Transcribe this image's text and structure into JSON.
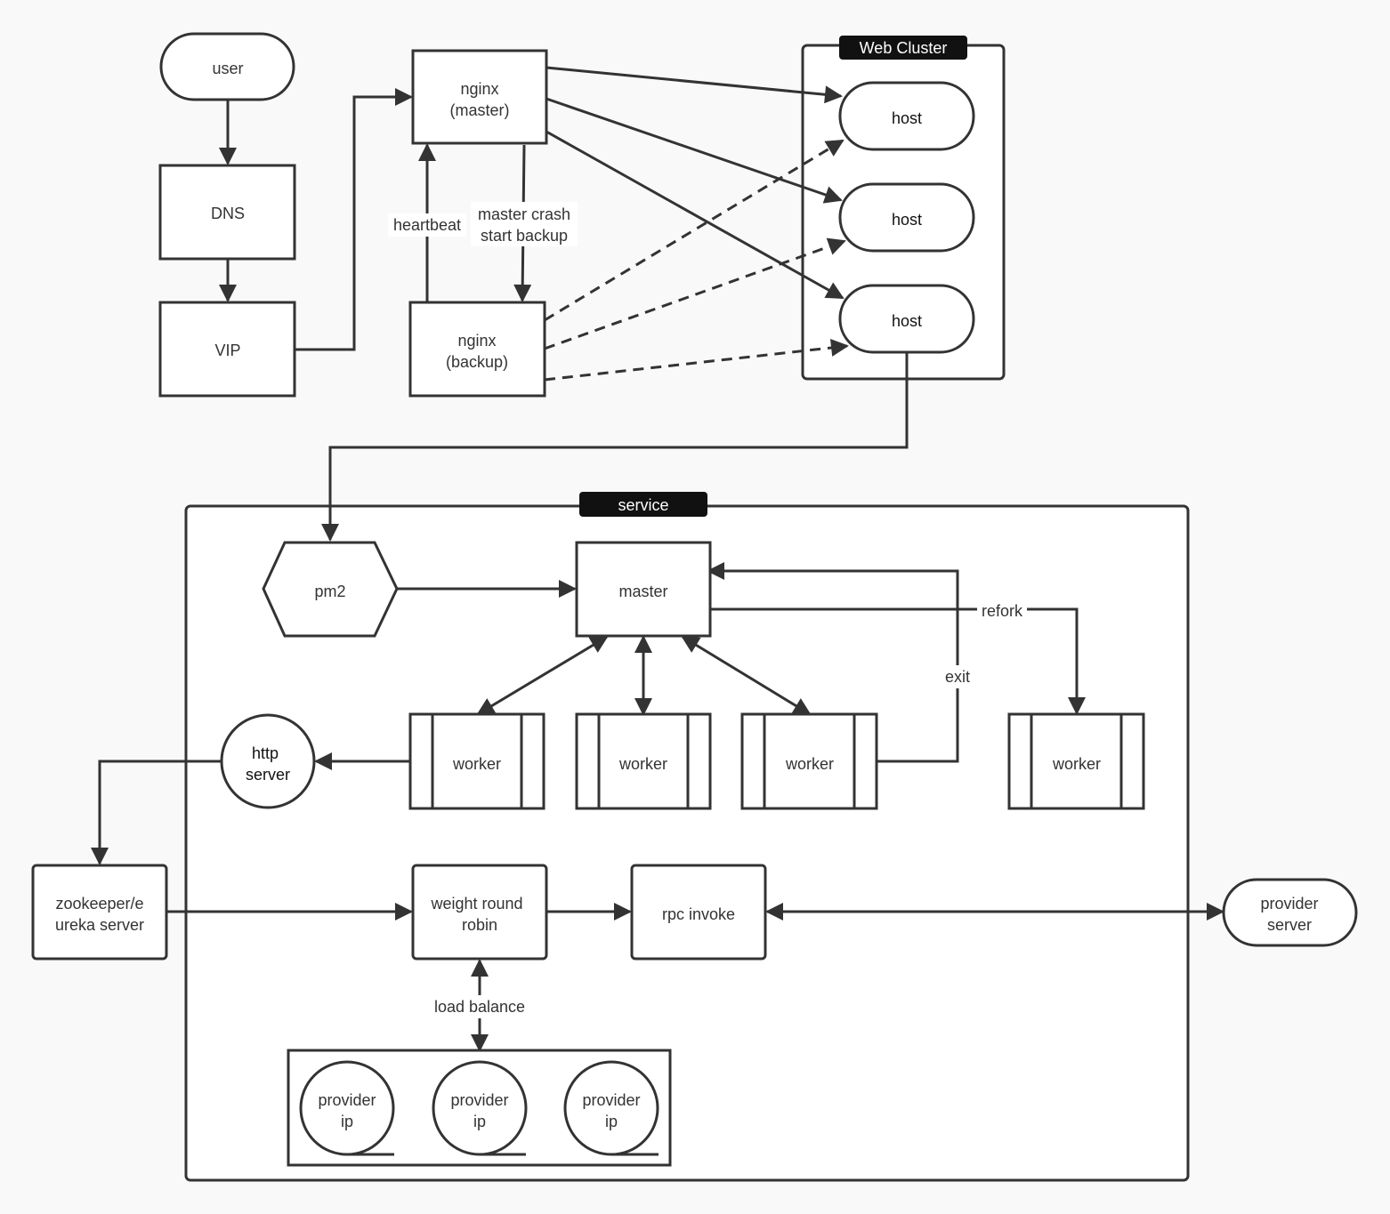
{
  "diagram": {
    "groups": {
      "web_cluster": "Web Cluster",
      "service": "service"
    },
    "nodes": {
      "user": "user",
      "dns": "DNS",
      "vip": "VIP",
      "nginx_master": [
        "nginx",
        "(master)"
      ],
      "nginx_backup": [
        "nginx",
        "(backup)"
      ],
      "hosts": [
        "host",
        "host",
        "host"
      ],
      "pm2": "pm2",
      "master": "master",
      "http_server": [
        "http",
        "server"
      ],
      "workers": [
        "worker",
        "worker",
        "worker",
        "worker"
      ],
      "zookeeper": [
        "zookeeper/e",
        "ureka server"
      ],
      "weight_round_robin": [
        "weight round",
        "robin"
      ],
      "rpc_invoke": "rpc invoke",
      "provider_server": [
        "provider",
        "server"
      ],
      "provider_ips": [
        [
          "provider",
          "ip"
        ],
        [
          "provider",
          "ip"
        ],
        [
          "provider",
          "ip"
        ]
      ]
    },
    "edge_labels": {
      "heartbeat": "heartbeat",
      "master_crash": [
        "master crash",
        "start backup"
      ],
      "refork": "refork",
      "exit": "exit",
      "load_balance": "load balance"
    },
    "colors": {
      "stroke": "#333333",
      "background": "#f9f9f9",
      "node_fill": "#ffffff",
      "tag_fill": "#111111"
    }
  }
}
